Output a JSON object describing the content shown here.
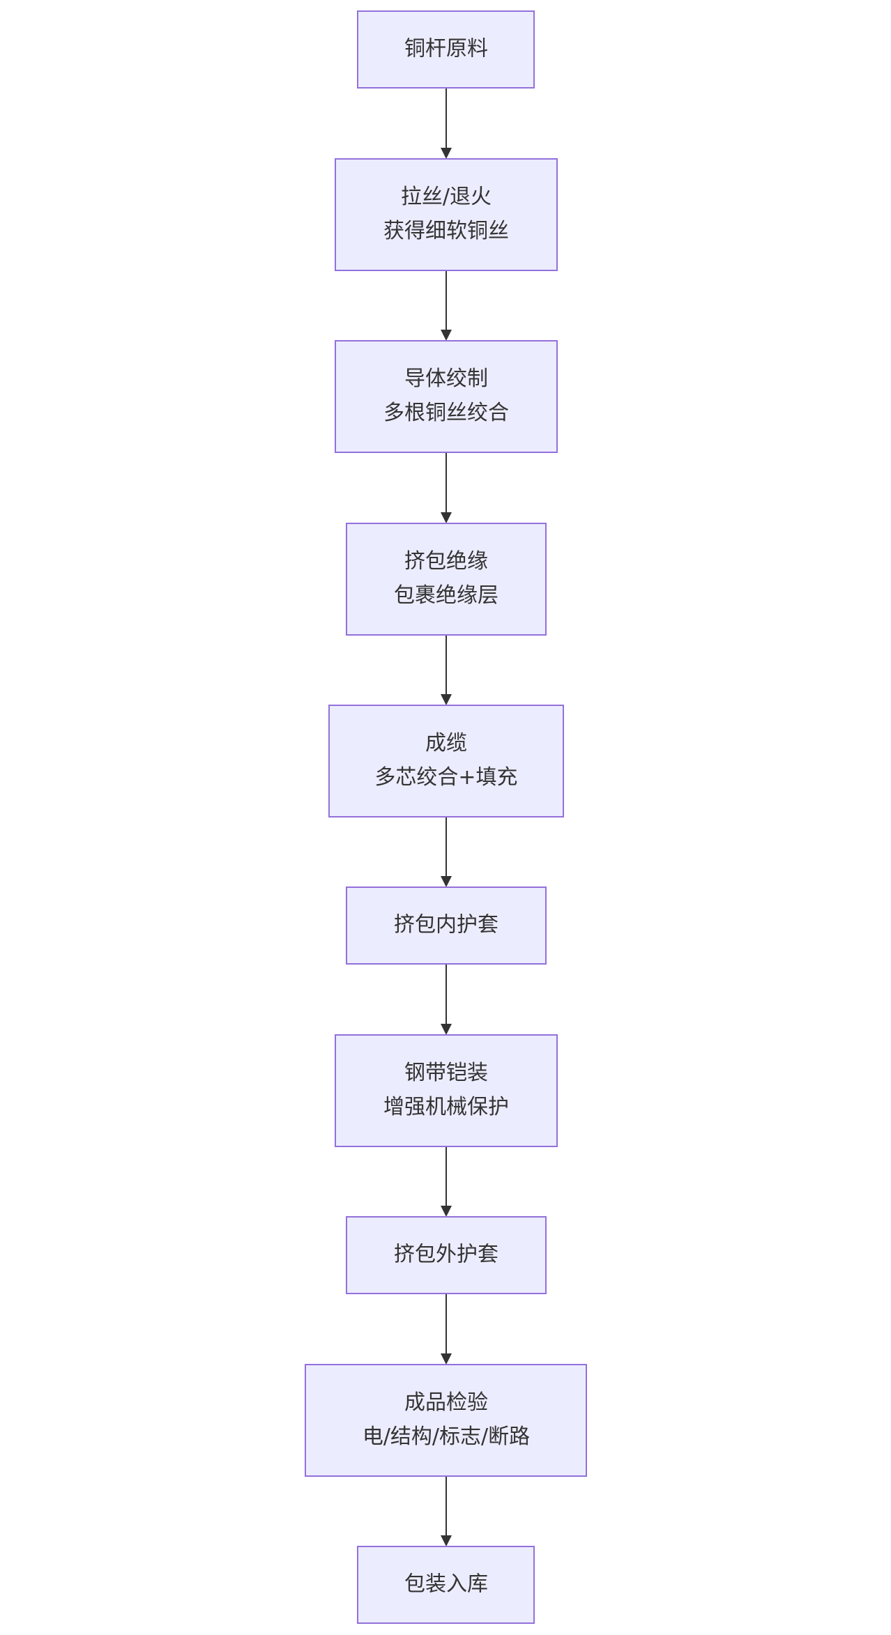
{
  "diagram": {
    "type": "flowchart",
    "direction": "top-to-bottom",
    "colors": {
      "node_fill": "#ECECFF",
      "node_border": "#9370DB",
      "text": "#333333",
      "edge": "#333333"
    },
    "nodes": [
      {
        "id": "n1",
        "lines": [
          "铜杆原料"
        ]
      },
      {
        "id": "n2",
        "lines": [
          "拉丝/退火",
          "获得细软铜丝"
        ]
      },
      {
        "id": "n3",
        "lines": [
          "导体绞制",
          "多根铜丝绞合"
        ]
      },
      {
        "id": "n4",
        "lines": [
          "挤包绝缘",
          "包裹绝缘层"
        ]
      },
      {
        "id": "n5",
        "lines": [
          "成缆",
          "多芯绞合+填充"
        ]
      },
      {
        "id": "n6",
        "lines": [
          "挤包内护套"
        ]
      },
      {
        "id": "n7",
        "lines": [
          "钢带铠装",
          "增强机械保护"
        ]
      },
      {
        "id": "n8",
        "lines": [
          "挤包外护套"
        ]
      },
      {
        "id": "n9",
        "lines": [
          "成品检验",
          "电/结构/标志/断路"
        ]
      },
      {
        "id": "n10",
        "lines": [
          "包装入库"
        ]
      }
    ],
    "edges": [
      {
        "from": "n1",
        "to": "n2"
      },
      {
        "from": "n2",
        "to": "n3"
      },
      {
        "from": "n3",
        "to": "n4"
      },
      {
        "from": "n4",
        "to": "n5"
      },
      {
        "from": "n5",
        "to": "n6"
      },
      {
        "from": "n6",
        "to": "n7"
      },
      {
        "from": "n7",
        "to": "n8"
      },
      {
        "from": "n8",
        "to": "n9"
      },
      {
        "from": "n9",
        "to": "n10"
      }
    ]
  }
}
